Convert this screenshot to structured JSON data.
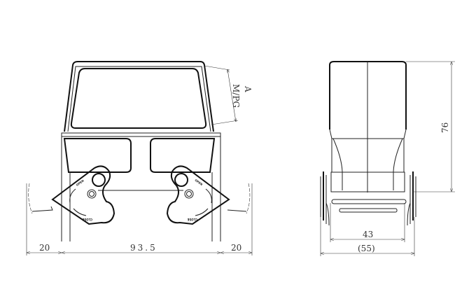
{
  "front_view": {
    "dimensions": {
      "left_clearance": "20",
      "width": "93.5",
      "right_clearance": "20",
      "entry": "M/PG",
      "entry_label": "A"
    },
    "lever_labels": {
      "open": "OPEN",
      "close": "CLOSE"
    }
  },
  "side_view": {
    "dimensions": {
      "height": "76",
      "inner_width": "43",
      "overall_width": "(55)"
    }
  },
  "colors": {
    "line": "#222222",
    "background": "#ffffff"
  }
}
